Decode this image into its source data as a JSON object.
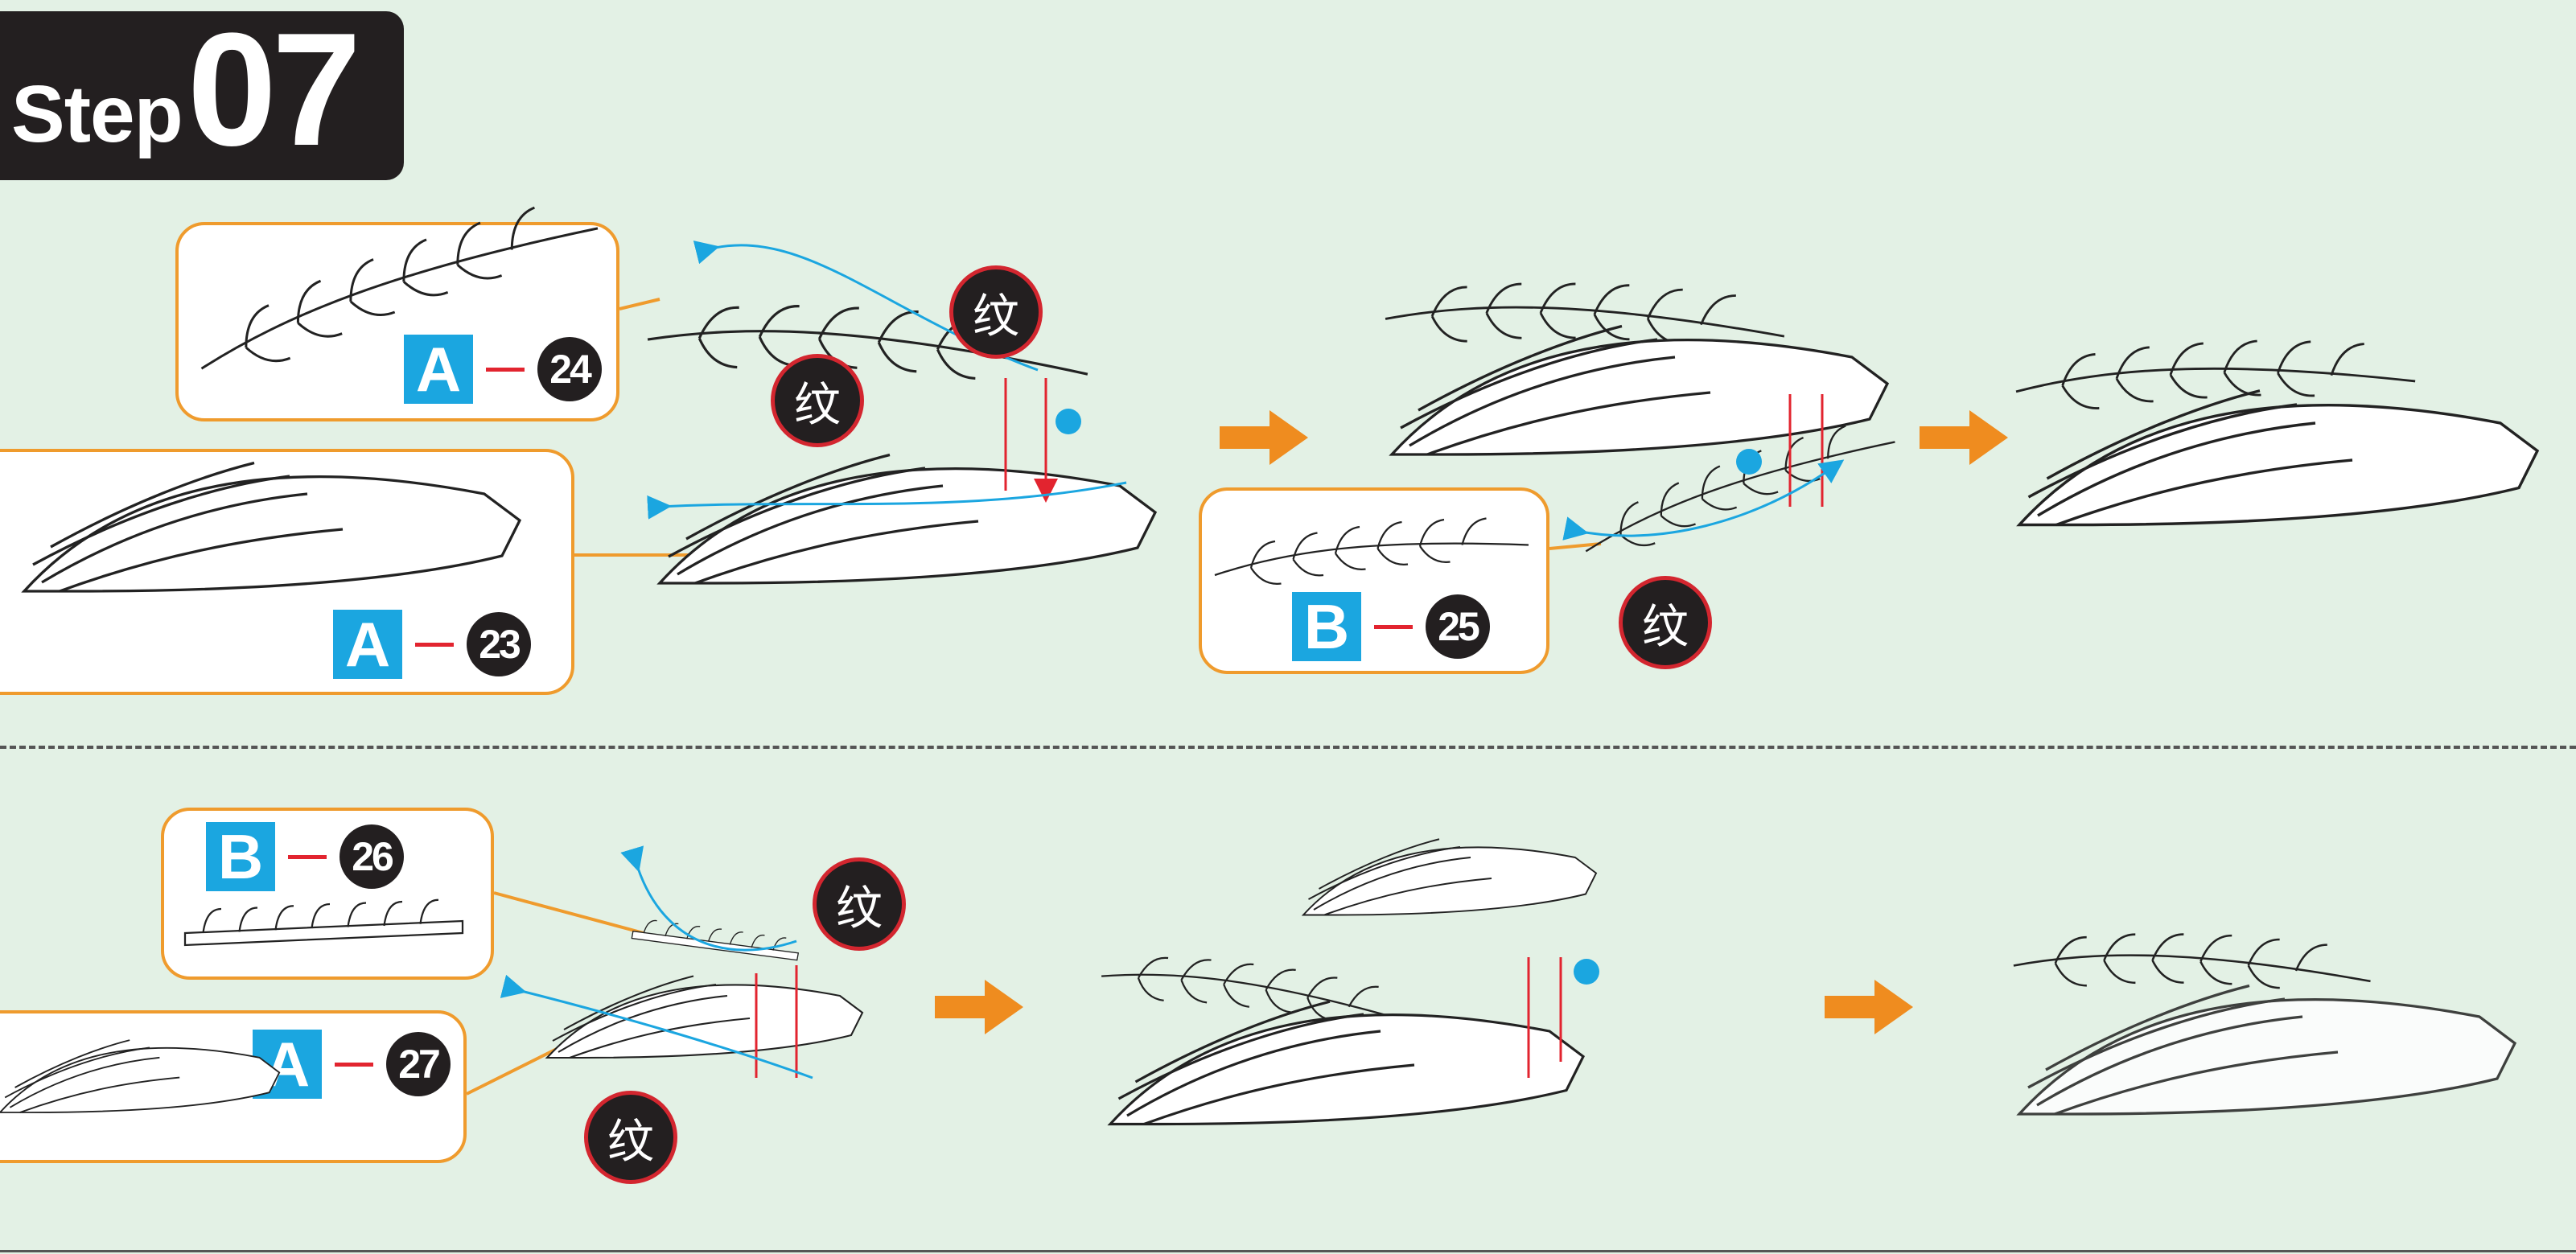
{
  "step": {
    "word": "Step",
    "number": "07"
  },
  "marker_char": "纹",
  "callouts": [
    {
      "id": "a24",
      "sheet": "A",
      "part": "24"
    },
    {
      "id": "a23",
      "sheet": "A",
      "part": "23"
    },
    {
      "id": "b25",
      "sheet": "B",
      "part": "25"
    },
    {
      "id": "b26",
      "sheet": "B",
      "part": "26"
    },
    {
      "id": "a27",
      "sheet": "A",
      "part": "27"
    }
  ],
  "colors": {
    "background": "#e3f1e5",
    "callout_border": "#ef9b2d",
    "sheet_label": "#1ba6e0",
    "arrow": "#ef8c1f",
    "guide_blue": "#1ba6e0",
    "guide_red": "#e2242f",
    "marker": "#231f20"
  },
  "icons": [
    "next-step-arrow-icon",
    "peg-slot-icon",
    "blue-dot-icon"
  ]
}
